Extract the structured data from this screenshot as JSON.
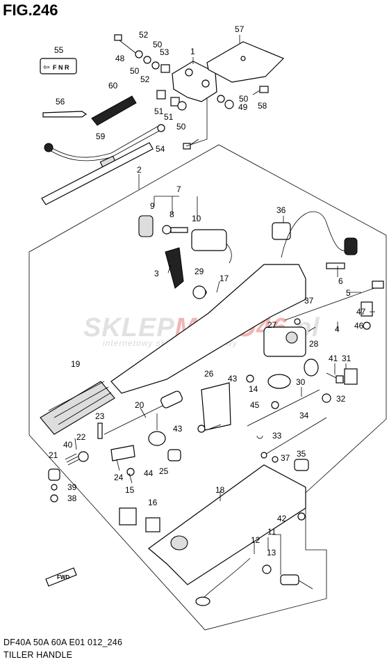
{
  "figure": {
    "title": "FIG.246",
    "model_line": "DF40A 50A 60A E01 012_246",
    "name": "TILLER HANDLE"
  },
  "watermark": {
    "brand_a": "SKLEP",
    "brand_b": "MOTO",
    "brand_c": "46",
    "brand_d": ".pl",
    "tagline": "internetowy sklep motocyklowy"
  },
  "decal_55": {
    "arrow": "⇦",
    "letters": "F N R"
  },
  "fwd_label": "FWD",
  "callouts": [
    "1",
    "2",
    "3",
    "4",
    "5",
    "6",
    "7",
    "8",
    "9",
    "10",
    "11",
    "12",
    "13",
    "14",
    "15",
    "16",
    "17",
    "18",
    "19",
    "20",
    "21",
    "22",
    "23",
    "24",
    "25",
    "26",
    "27",
    "28",
    "29",
    "30",
    "31",
    "32",
    "33",
    "34",
    "35",
    "36",
    "37",
    "37",
    "38",
    "39",
    "40",
    "41",
    "42",
    "43",
    "43",
    "44",
    "45",
    "46",
    "47",
    "48",
    "49",
    "50",
    "50",
    "50",
    "50",
    "51",
    "51",
    "52",
    "52",
    "53",
    "54",
    "55",
    "56",
    "57",
    "58",
    "59",
    "60"
  ]
}
